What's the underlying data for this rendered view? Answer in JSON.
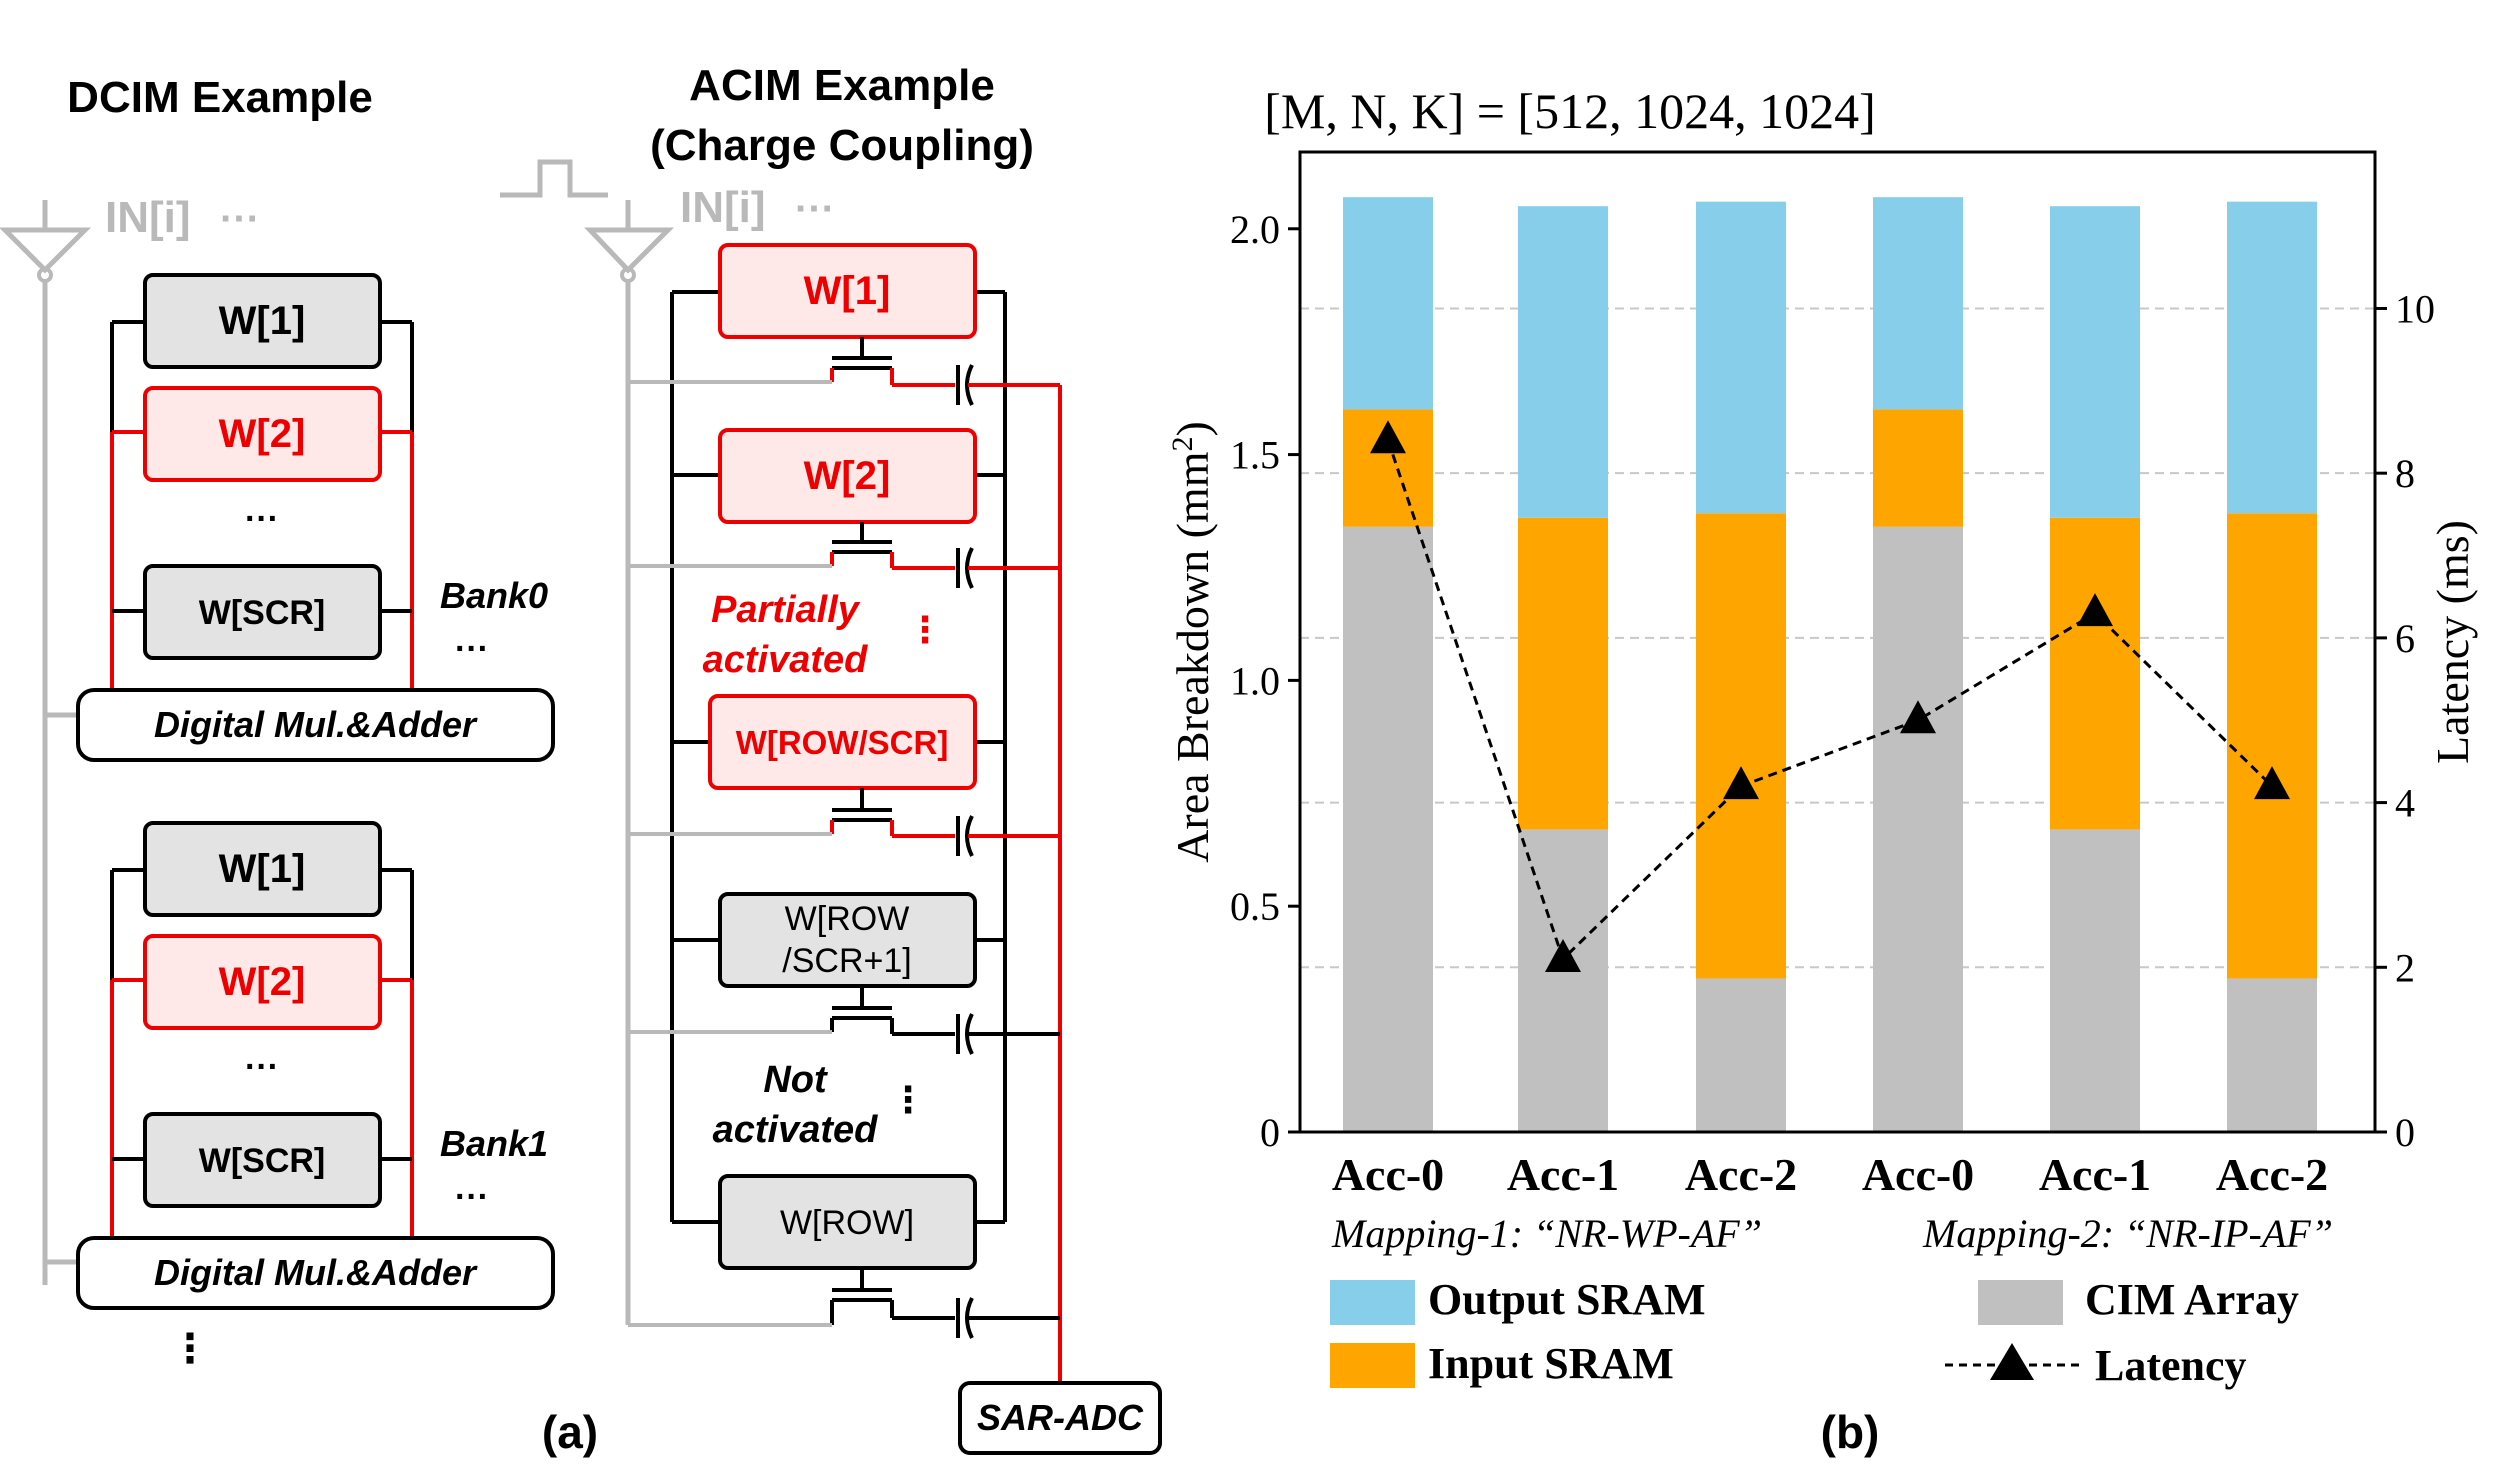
{
  "panel_a": {
    "label": "(a)",
    "dcim": {
      "title": "DCIM Example",
      "input_label": "IN[i]",
      "input_dots": "···",
      "banks": [
        {
          "boxes": [
            "W[1]",
            "W[2]",
            "···",
            "W[SCR]"
          ],
          "bank_label": "Bank0",
          "bank_dots": "···",
          "adder_label": "Digital Mul.&Adder"
        },
        {
          "boxes": [
            "W[1]",
            "W[2]",
            "···",
            "W[SCR]"
          ],
          "bank_label": "Bank1",
          "bank_dots": "···",
          "adder_label": "Digital Mul.&Adder"
        }
      ],
      "bottom_dots": "⋮"
    },
    "acim": {
      "title_line1": "ACIM Example",
      "title_line2": "(Charge Coupling)",
      "input_label": "IN[i]",
      "input_dots": "···",
      "rows": [
        "W[1]",
        "W[2]",
        "W[ROW/SCR]",
        "W[ROW",
        "/SCR+1]",
        "W[ROW]"
      ],
      "partially_line1": "Partially",
      "partially_line2": "activated",
      "not_line1": "Not",
      "not_line2": "activated",
      "vdots": "⋮",
      "adc_label": "SAR-ADC"
    }
  },
  "panel_b": {
    "label": "(b)",
    "mapping_labels": [
      "Mapping-1:  “NR-WP-AF”",
      "Mapping-2:  “NR-IP-AF”"
    ]
  },
  "chart_data": {
    "type": "bar",
    "stacked": true,
    "title": "[M, N, K] = [512, 1024, 1024]",
    "categories": [
      "Acc-0",
      "Acc-1",
      "Acc-2",
      "Acc-0",
      "Acc-1",
      "Acc-2"
    ],
    "series": [
      {
        "name": "CIM Array",
        "color": "#c0c0c0",
        "values": [
          1.34,
          0.67,
          0.34,
          1.34,
          0.67,
          0.34
        ]
      },
      {
        "name": "Input SRAM",
        "color": "#ffa500",
        "values": [
          0.26,
          0.69,
          1.03,
          0.26,
          0.69,
          1.03
        ]
      },
      {
        "name": "Output SRAM",
        "color": "#87ceeb",
        "values": [
          0.47,
          0.69,
          0.69,
          0.47,
          0.69,
          0.69
        ]
      }
    ],
    "line_series": {
      "name": "Latency",
      "axis": "right",
      "style": "dashed",
      "marker": "triangle",
      "color": "#000000",
      "values": [
        8.4,
        2.1,
        4.2,
        5.0,
        6.3,
        4.2
      ]
    },
    "ylabel_left_prefix": "Area Breakdown (mm",
    "ylabel_left_sup": "2",
    "ylabel_left_suffix": ")",
    "ylabel_right": "Latency (ms)",
    "ylim_left": [
      0,
      2.17
    ],
    "ylim_right": [
      0,
      11.9
    ],
    "yticks_left": [
      "0",
      "0.5",
      "1.0",
      "1.5",
      "2.0"
    ],
    "yticks_left_values": [
      0,
      0.5,
      1.0,
      1.5,
      2.0
    ],
    "yticks_right": [
      "0",
      "2",
      "4",
      "6",
      "8",
      "10"
    ],
    "yticks_right_values": [
      0,
      2,
      4,
      6,
      8,
      10
    ],
    "grid": "dashed horizontal at right-axis ticks",
    "legend": [
      "Output SRAM",
      "CIM Array",
      "Input SRAM",
      "Latency"
    ],
    "legend_position": "bottom"
  }
}
